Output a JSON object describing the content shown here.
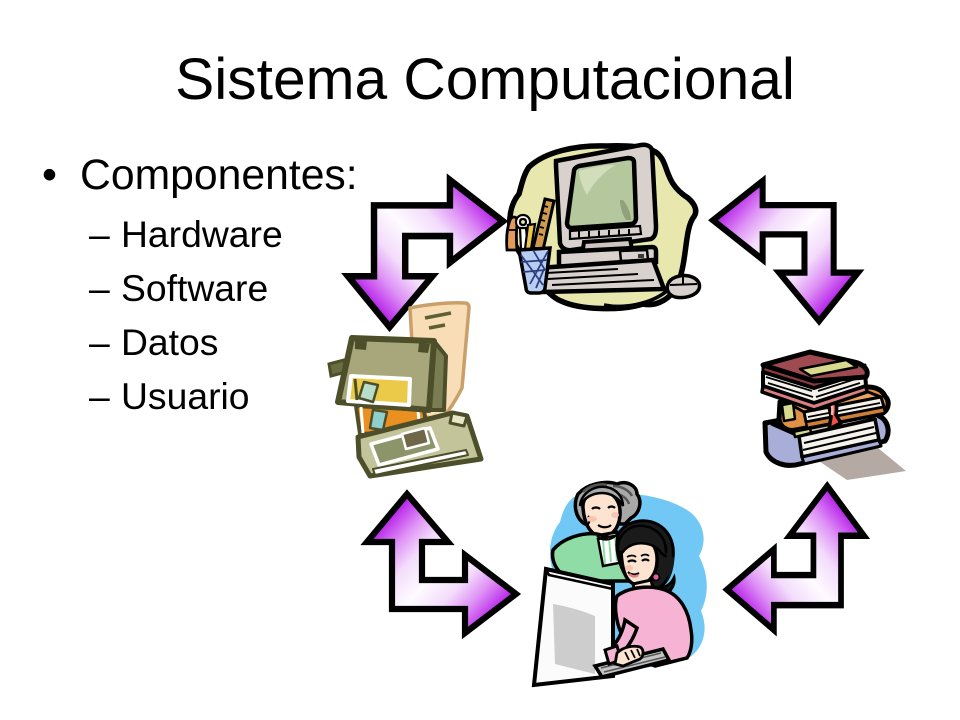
{
  "title": "Sistema Computacional",
  "list": {
    "heading": {
      "marker": "•",
      "text": "Componentes:"
    },
    "items": [
      {
        "marker": "–",
        "text": "Hardware"
      },
      {
        "marker": "–",
        "text": "Software"
      },
      {
        "marker": "–",
        "text": "Datos"
      },
      {
        "marker": "–",
        "text": "Usuario"
      }
    ]
  },
  "diagram": {
    "description": "cycle of four clipart images linked by purple double-headed elbow arrows",
    "nodes": [
      "desktop-computer",
      "books",
      "floppy-disks",
      "two-people-at-computer"
    ],
    "arrow_color": "#a512e0",
    "arrow_light": "#fdfafe",
    "outline_color": "#000000"
  },
  "colors": {
    "background": "#ffffff",
    "text": "#000000",
    "computer_blob": "#e7e7ae",
    "monitor_gray": "#d8d1ce",
    "screen_green": "#b5c79c",
    "book_red": "#9e4a50",
    "book_orange": "#e09045",
    "book_blue": "#a8aed8",
    "ribbon_red": "#f25048",
    "floppy_khaki": "#a8a77b",
    "floppy_label_yellow": "#ecca49",
    "floppy_label_orange": "#ea9021",
    "paper_tan": "#f8ddb7",
    "people_blob": "#72c8f4",
    "sweater_pink": "#f6b3d4",
    "jacket_green": "#90dca6"
  }
}
